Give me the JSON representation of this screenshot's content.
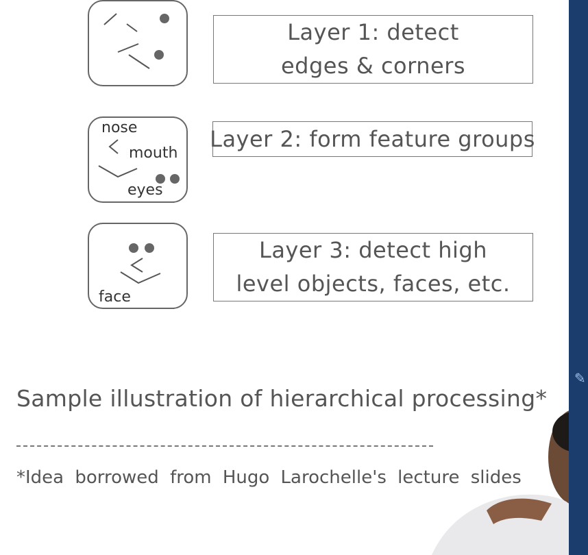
{
  "layers": [
    {
      "text": "Layer 1: detect edges & corners"
    },
    {
      "text": "Layer 2: form feature groups"
    },
    {
      "text": "Layer 3: detect high level objects, faces, etc."
    }
  ],
  "icon_labels": {
    "nose": "nose",
    "mouth": "mouth",
    "eyes": "eyes",
    "face": "face"
  },
  "caption": "Sample illustration of hierarchical processing*",
  "footnote": "*Idea borrowed from Hugo Larochelle's lecture slides",
  "colors": {
    "side_bar": "#1a3d6e",
    "stroke": "#666666",
    "dot": "#666666"
  }
}
